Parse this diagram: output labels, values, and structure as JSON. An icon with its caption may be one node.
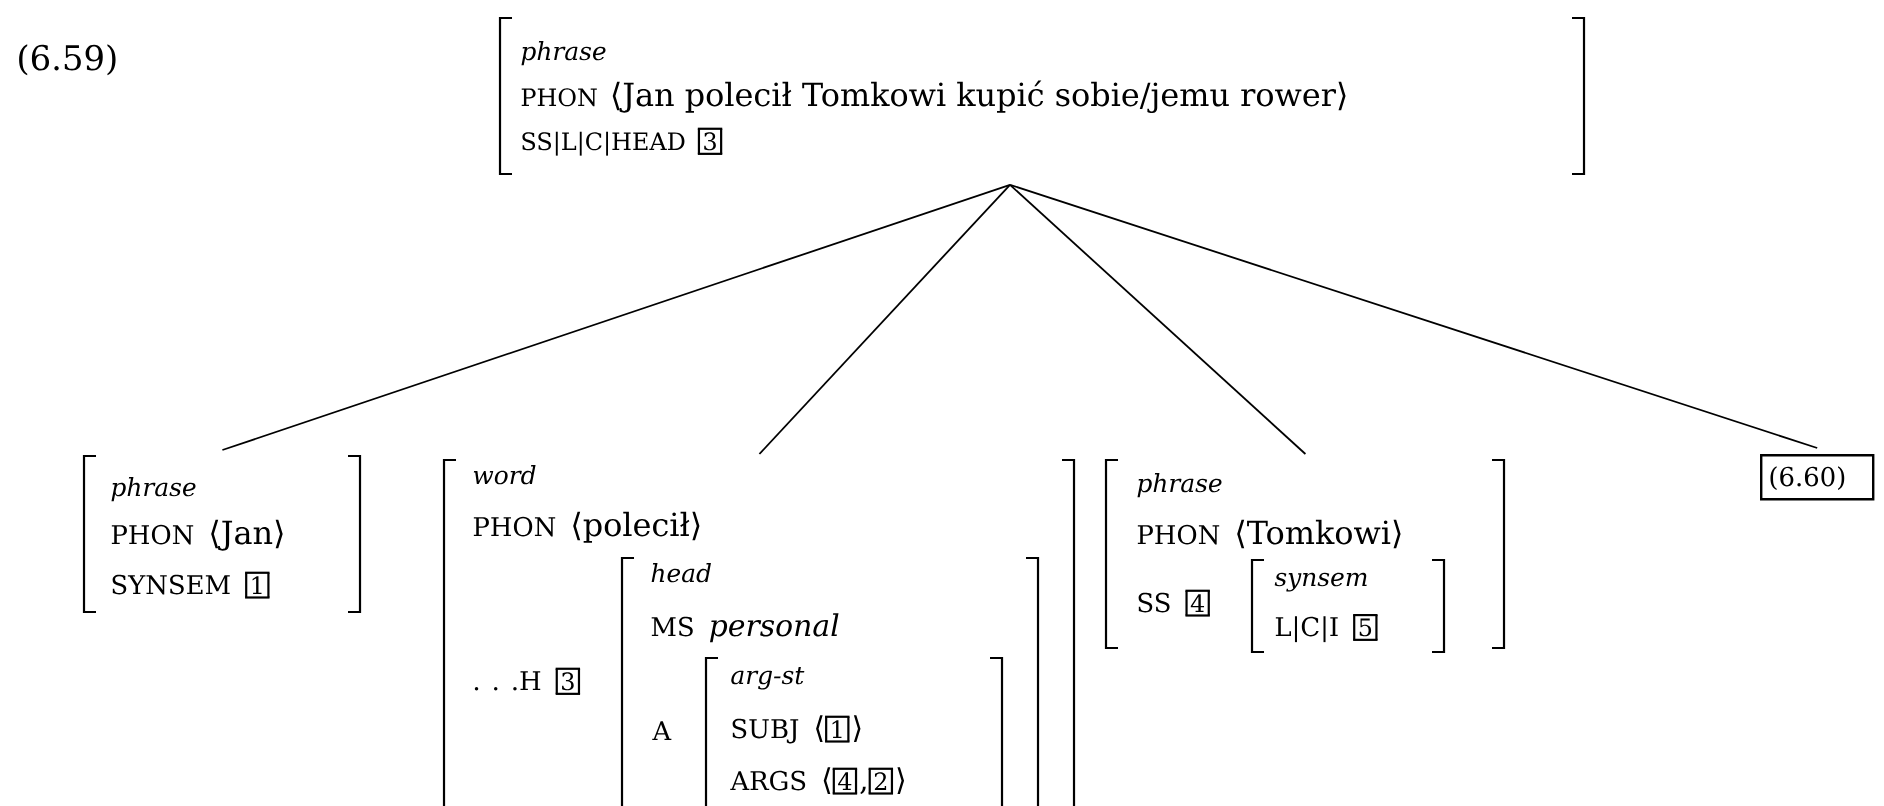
{
  "diagram": {
    "nodes": [
      {
        "text": [
          "phrase",
          "PHON",
          "⟨Jan polecił Tomkowi kupić sobie/jemu rower⟩",
          "SS|L|C|HEAD",
          "3"
        ]
      },
      {
        "text": [
          "phrase",
          "PHON",
          "⟨Jan⟩",
          "SYNSEM",
          "1"
        ]
      },
      {
        "text": [
          "word",
          "PHON",
          "⟨polecił⟩",
          ". . .H",
          "3"
        ]
      },
      {
        "text": [
          "head",
          "MS",
          "personal",
          "A"
        ],
        "in": 2
      },
      {
        "text": [
          "arg-st",
          "SUBJ",
          "⟨",
          "1",
          "⟩",
          "ARGS",
          "⟨",
          "4",
          ",",
          "2",
          "⟩"
        ],
        "in": 3
      },
      {
        "text": [
          "phrase",
          "PHON",
          "⟨Tomkowi⟩",
          "SS",
          "4"
        ]
      },
      {
        "text": [
          "synsem",
          "L|C|I",
          "5"
        ],
        "in": 5
      },
      {
        "text": [
          "(6.60)"
        ]
      }
    ],
    "edges": [
      {
        "from": 0,
        "to": 1,
        "arrow": "none"
      },
      {
        "from": 0,
        "to": 2,
        "arrow": "none"
      },
      {
        "from": 0,
        "to": 5,
        "arrow": "none"
      },
      {
        "from": 0,
        "to": 7,
        "arrow": "none"
      }
    ],
    "labels": [
      "(6.59)"
    ]
  }
}
